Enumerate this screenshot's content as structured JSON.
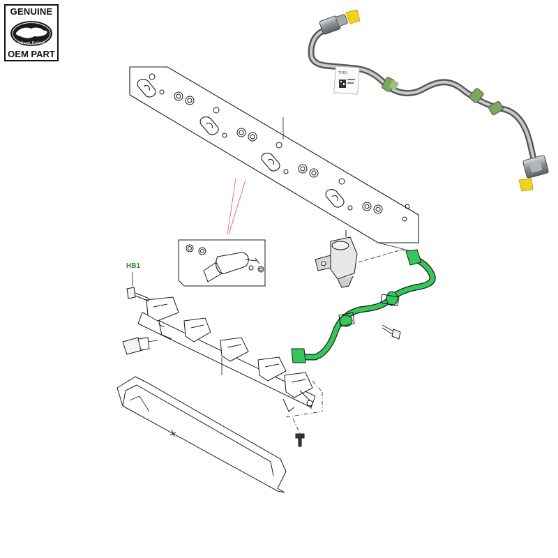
{
  "badge": {
    "top_text": "GENUINE",
    "logo_text": "Miami British",
    "bottom_text": "OEM PART"
  },
  "diagram": {
    "callout_label": "HB1",
    "highlight_color": "#34c759",
    "line_color": "#1a1a1a",
    "leader_color": "#e05050"
  },
  "photo": {
    "tag_text": "TRBU"
  }
}
